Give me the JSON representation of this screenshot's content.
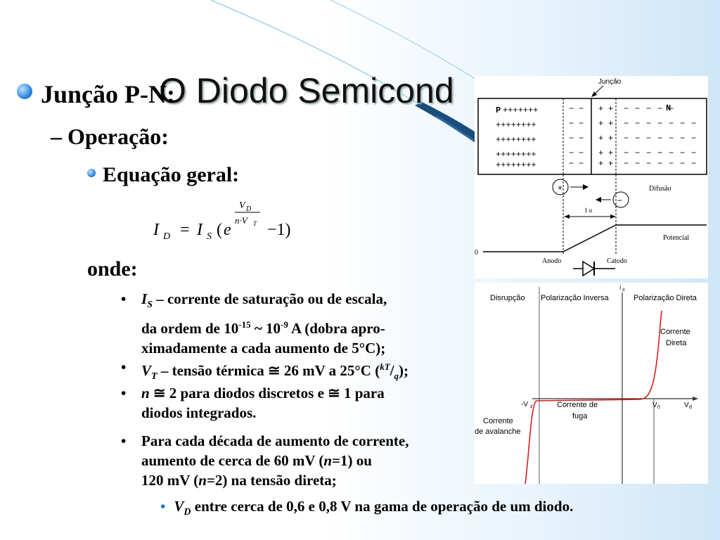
{
  "slide": {
    "title": "O Diodo Semicond",
    "heading": "Junção P-N:",
    "sub": "Operação:",
    "sub2": "Equação geral:",
    "onde": "onde:",
    "bullets": [
      {
        "sym": "I",
        "sub": "S",
        "text": " – corrente de saturação ou de escala,",
        "lines": [
          "da ordem de 10",
          "-15",
          " ~ 10",
          "-9",
          " A (dobra apro-",
          "ximadamente a cada aumento de 5°C);"
        ]
      },
      {
        "sym": "V",
        "sub": "T",
        "text": " – tensão térmica ≅ 26 mV a 25°C (",
        "kt": "kT",
        "q": "q",
        "tail": ");"
      },
      {
        "sym": "n",
        "text": " ≅ 2 para diodos discretos e ≅ 1 para",
        "line2": "diodos integrados."
      },
      {
        "text": "Para cada década de aumento de corrente,",
        "line2": "aumento de cerca de 60 mV (",
        "n1": "n",
        "eq1": "=1) ou",
        "line3a": "120 mV (",
        "n2": "n",
        "eq2": "=2) na tensão direta;"
      }
    ],
    "sub_bullet": {
      "sym": "V",
      "sub": "D",
      "text": " entre cerca de 0,6 e 0,8 V na gama de operação de um diodo."
    },
    "equation": {
      "lhs": "I",
      "lhs_sub": "D",
      "eq": "=",
      "is": "I",
      "is_sub": "S",
      "paren_open": "(",
      "e": "e",
      "num": "V",
      "num_sub": "D",
      "den": "n·V",
      "den_sub": "T",
      "minus1": "−1)"
    }
  },
  "junction_diagram": {
    "label_juncao": "Junção",
    "label_p": "P",
    "label_n": "N",
    "p_rows": [
      "+++++++",
      "++++++++",
      "++++++++",
      "++++++++",
      "++++++++"
    ],
    "label_difusao": "Difusão",
    "label_plus": "+",
    "label_minus": "−",
    "label_1u": "1 u",
    "label_potencial": "Potencial",
    "label_zero": "0",
    "label_anodo": "Anodo",
    "label_catodo": "Catodo"
  },
  "iv_curve": {
    "label_id": "I",
    "label_id_sub": "d",
    "label_disrupcao": "Disrupção",
    "label_inversa": "Polarização Inversa",
    "label_direta": "Polarização Direta",
    "label_corrente_direta_1": "Corrente",
    "label_corrente_direta_2": "Direta",
    "label_fuga_1": "Corrente de",
    "label_fuga_2": "fuga",
    "label_avalanche_1": "Corrente",
    "label_avalanche_2": "de avalanche",
    "label_vz": "-V",
    "label_vz_sub": "z",
    "label_v0": "V",
    "label_v0_sub": "0",
    "label_vd": "V",
    "label_vd_sub": "d",
    "colors": {
      "curve": "#d42020",
      "axis": "#000000"
    }
  }
}
